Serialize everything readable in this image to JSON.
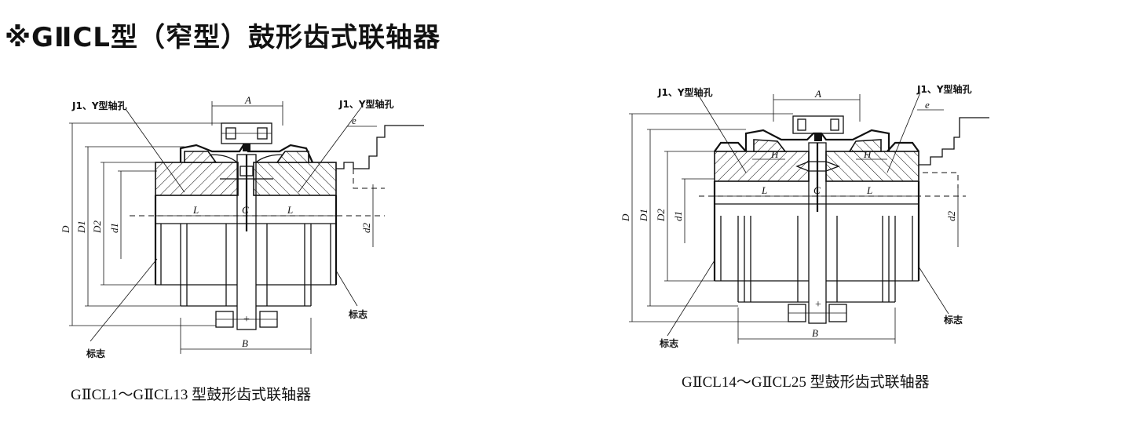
{
  "title": "※GⅡCL型（窄型）鼓形齿式联轴器",
  "left": {
    "caption": "GⅡCL1～GⅡCL13 型鼓形齿式联轴器",
    "labels": {
      "shaft_hole_left": "J1、Y型轴孔",
      "shaft_hole_right": "J1、Y型轴孔",
      "A": "A",
      "e": "e",
      "L_left": "L",
      "C": "C",
      "L_right": "L",
      "D": "D",
      "D1": "D1",
      "D2": "D2",
      "d1": "d1",
      "d2": "d2",
      "B": "B",
      "mark_left": "标志",
      "mark_right": "标志"
    }
  },
  "right": {
    "caption": "GⅡCL14～GⅡCL25 型鼓形齿式联轴器",
    "labels": {
      "shaft_hole_left": "J1、Y型轴孔",
      "shaft_hole_right": "J1、Y型轴孔",
      "A": "A",
      "e": "e",
      "H_left": "H",
      "H_right": "H",
      "L_left": "L",
      "C": "C",
      "L_right": "L",
      "D": "D",
      "D1": "D1",
      "D2": "D2",
      "d1": "d1",
      "d2": "d2",
      "B": "B",
      "mark_left": "标志",
      "mark_right": "标志"
    }
  }
}
